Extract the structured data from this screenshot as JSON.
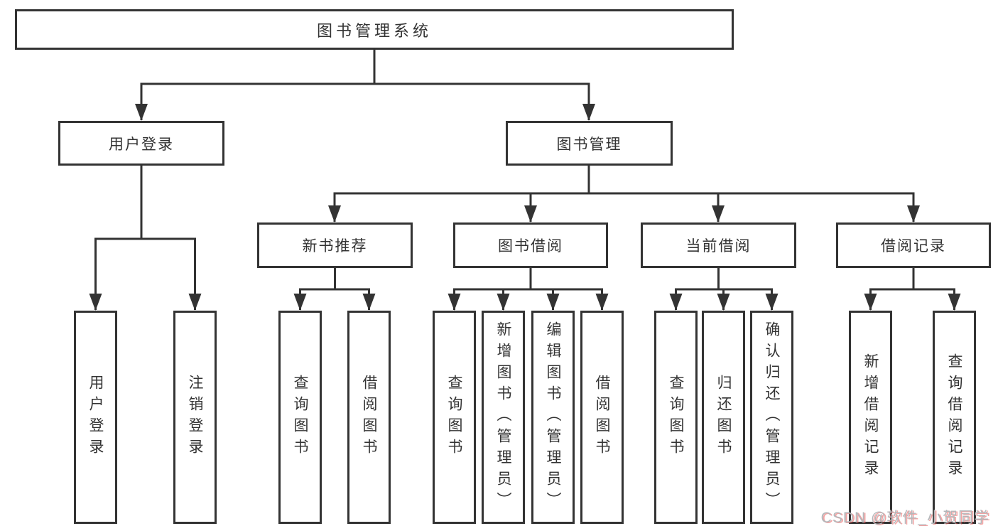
{
  "diagram": {
    "root": {
      "label": "图书管理系统",
      "children": [
        {
          "label": "用户登录",
          "children": [
            {
              "label": "用户登录"
            },
            {
              "label": "注销登录"
            }
          ]
        },
        {
          "label": "图书管理",
          "children": [
            {
              "label": "新书推荐",
              "children": [
                {
                  "label": "查询图书"
                },
                {
                  "label": "借阅图书"
                }
              ]
            },
            {
              "label": "图书借阅",
              "children": [
                {
                  "label": "查询图书"
                },
                {
                  "label": "新增图书（管理员）"
                },
                {
                  "label": "编辑图书（管理员）"
                },
                {
                  "label": "借阅图书"
                }
              ]
            },
            {
              "label": "当前借阅",
              "children": [
                {
                  "label": "查询图书"
                },
                {
                  "label": "归还图书"
                },
                {
                  "label": "确认归还（管理员）"
                }
              ]
            },
            {
              "label": "借阅记录",
              "children": [
                {
                  "label": "新增借阅记录"
                },
                {
                  "label": "查询借阅记录"
                }
              ]
            }
          ]
        }
      ]
    }
  },
  "watermark": {
    "text": "CSDN @软件_小贺同学"
  },
  "colors": {
    "line": "#333333",
    "text": "#333333",
    "background": "#ffffff",
    "watermark_text": "#b4b7ba",
    "watermark_accent": "#e95858"
  }
}
